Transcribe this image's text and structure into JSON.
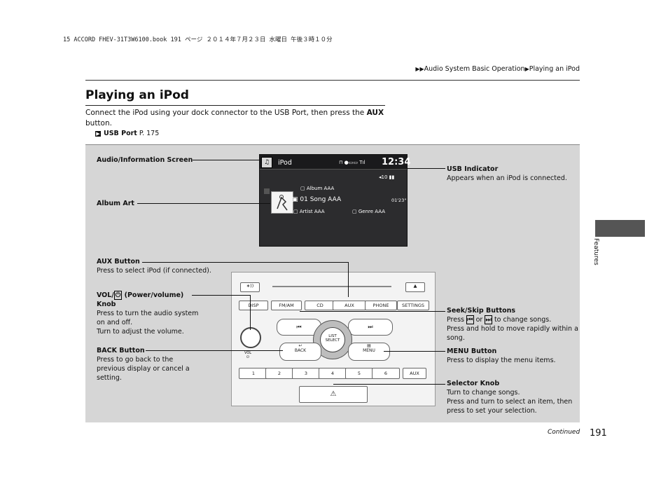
{
  "header_file": "15 ACCORD FHEV-31T3W6100.book  191 ページ  ２０１４年７月２３日  水曜日  午後３時１０分",
  "breadcrumb": {
    "part1": "Audio System Basic Operation",
    "part2": "Playing an iPod"
  },
  "title": "Playing an iPod",
  "intro": {
    "text": "Connect the iPod using your dock connector to the USB Port, then press the ",
    "bold": "AUX",
    "end": " button."
  },
  "xref": {
    "label": "USB Port",
    "page": " P. 175"
  },
  "callouts": {
    "audio_info": "Audio/Information Screen",
    "album_art": "Album Art",
    "usb_title": "USB Indicator",
    "usb_desc": "Appears when an iPod is connected.",
    "aux_title": "AUX Button",
    "aux_desc": "Press to select iPod (if connected).",
    "vol_title_a": "VOL/",
    "vol_title_b": " (Power/volume)",
    "vol_title_c": "Knob",
    "vol_desc1": "Press to turn the audio system on and off.",
    "vol_desc2": "Turn to adjust the volume.",
    "back_title": "BACK Button",
    "back_desc": "Press to go back to the previous display or cancel a setting.",
    "seek_title": "Seek/Skip Buttons",
    "seek_desc1_a": "Press ",
    "seek_desc1_b": " or ",
    "seek_desc1_c": " to change songs.",
    "seek_desc2": "Press and hold to move rapidly within a song.",
    "menu_title": "MENU Button",
    "menu_desc": "Press to display the menu items.",
    "sel_title": "Selector Knob",
    "sel_desc1": "Turn to change songs.",
    "sel_desc2": "Press and turn to select an item, then press to set your selection."
  },
  "screen": {
    "source": "iPod",
    "clock": "12:34",
    "volume": "10",
    "album": "Album AAA",
    "song": "01 Song AAA",
    "time": "01'23\"",
    "artist": "Artist AAA",
    "genre": "Genre AAA"
  },
  "unit_buttons": {
    "disp": "DISP",
    "fmam": "FM/AM",
    "cd": "CD",
    "aux": "AUX",
    "phone": "PHONE",
    "settings": "SETTINGS",
    "list": "LIST",
    "select": "SELECT",
    "back": "BACK",
    "menu": "MENU",
    "vol": "VOL",
    "presets": [
      "1",
      "2",
      "3",
      "4",
      "5",
      "6"
    ],
    "aux2": "AUX"
  },
  "sidebar_label": "Features",
  "continued": "Continued",
  "page_number": "191"
}
